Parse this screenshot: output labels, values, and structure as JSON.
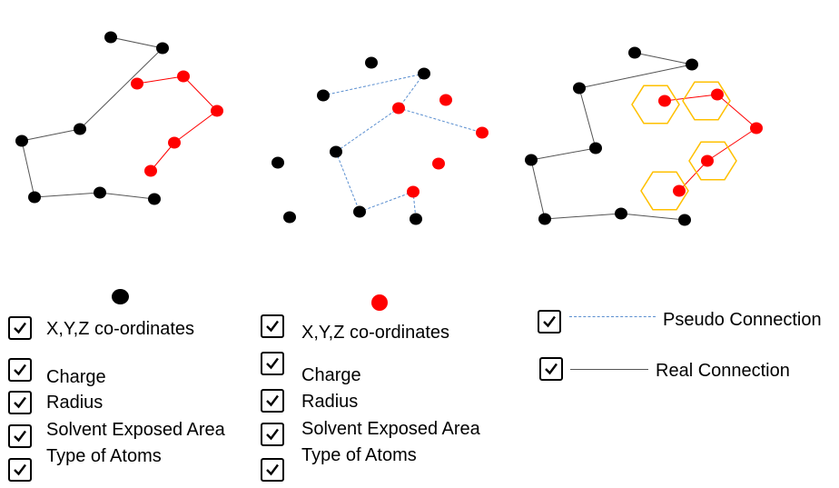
{
  "colors": {
    "atom": "#000000",
    "highlight_atom": "#ff0000",
    "real_connection": "#555555",
    "pseudo_connection": "#5b8fd0",
    "red_connection": "#ff0000",
    "hexagon": "#ffc000"
  },
  "icons": {
    "checkbox": "checkbox-checked-icon",
    "black_atom": "black-atom-icon",
    "red_atom": "red-atom-icon"
  },
  "panels": {
    "left": {
      "black_atoms": [
        [
          122,
          41
        ],
        [
          179,
          53
        ],
        [
          88,
          142
        ],
        [
          24,
          155
        ],
        [
          38,
          217
        ],
        [
          110,
          212
        ],
        [
          170,
          219
        ]
      ],
      "red_atoms": [
        [
          151,
          92
        ],
        [
          202,
          84
        ],
        [
          239,
          122
        ],
        [
          192,
          157
        ],
        [
          166,
          188
        ]
      ]
    },
    "middle": {
      "black_atoms": [
        [
          409,
          69
        ],
        [
          467,
          81
        ],
        [
          356,
          105
        ],
        [
          370,
          167
        ],
        [
          306,
          179
        ],
        [
          396,
          233
        ],
        [
          319,
          239
        ],
        [
          458,
          241
        ]
      ],
      "red_atoms": [
        [
          491,
          110
        ],
        [
          439,
          119
        ],
        [
          531,
          146
        ],
        [
          483,
          180
        ],
        [
          455,
          211
        ]
      ]
    },
    "right": {
      "black_atoms": [
        [
          699,
          58
        ],
        [
          762,
          71
        ],
        [
          638,
          97
        ],
        [
          656,
          163
        ],
        [
          585,
          176
        ],
        [
          600,
          241
        ],
        [
          684,
          235
        ],
        [
          754,
          242
        ]
      ],
      "red_atoms": [
        [
          732,
          111
        ],
        [
          790,
          104
        ],
        [
          833,
          141
        ],
        [
          779,
          177
        ],
        [
          748,
          210
        ]
      ],
      "hexagon_centers": [
        [
          722,
          115
        ],
        [
          778,
          111
        ],
        [
          785,
          177
        ],
        [
          732,
          210
        ]
      ]
    }
  },
  "legend": {
    "black_atom_features": [
      "X,Y,Z co-ordinates",
      "Charge",
      "Radius",
      "Solvent Exposed Area",
      "Type of Atoms"
    ],
    "red_atom_features": [
      "X,Y,Z co-ordinates",
      "Charge",
      "Radius",
      "Solvent Exposed Area",
      "Type of Atoms"
    ],
    "pseudo_connection": "Pseudo Connection",
    "real_connection": "Real Connection"
  }
}
